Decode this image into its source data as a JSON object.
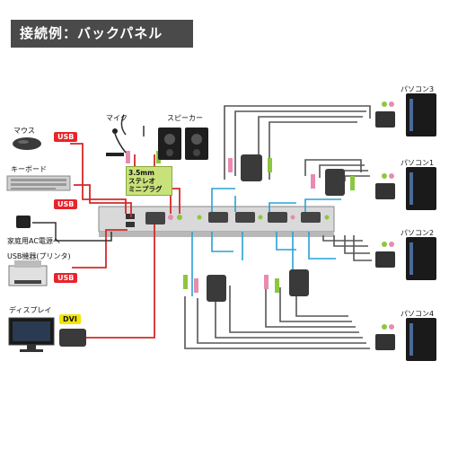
{
  "title": "接続例：バックパネル",
  "devices": {
    "mouse": "マウス",
    "keyboard": "キーボード",
    "power": "家庭用AC電源へ",
    "usb_device": "USB機器(プリンタ)",
    "display": "ディスプレイ",
    "mic": "マイク",
    "speaker": "スピーカー"
  },
  "badges": {
    "usb": "USB",
    "dvi": "DVI"
  },
  "audio_tag": {
    "line1": "3.5mm",
    "line2": "ステレオ",
    "line3": "ミニプラグ"
  },
  "pcs": {
    "pc3": "パソコン3",
    "pc1": "パソコン1",
    "pc2": "パソコン2",
    "pc4": "パソコン4"
  },
  "colors": {
    "usb_badge": "#e8232b",
    "dvi_badge": "#f2e500",
    "audio_tag": "#c8e27a",
    "cable_red": "#d42a2a",
    "cable_blue": "#2aa0d6",
    "cable_gray": "#555555"
  }
}
